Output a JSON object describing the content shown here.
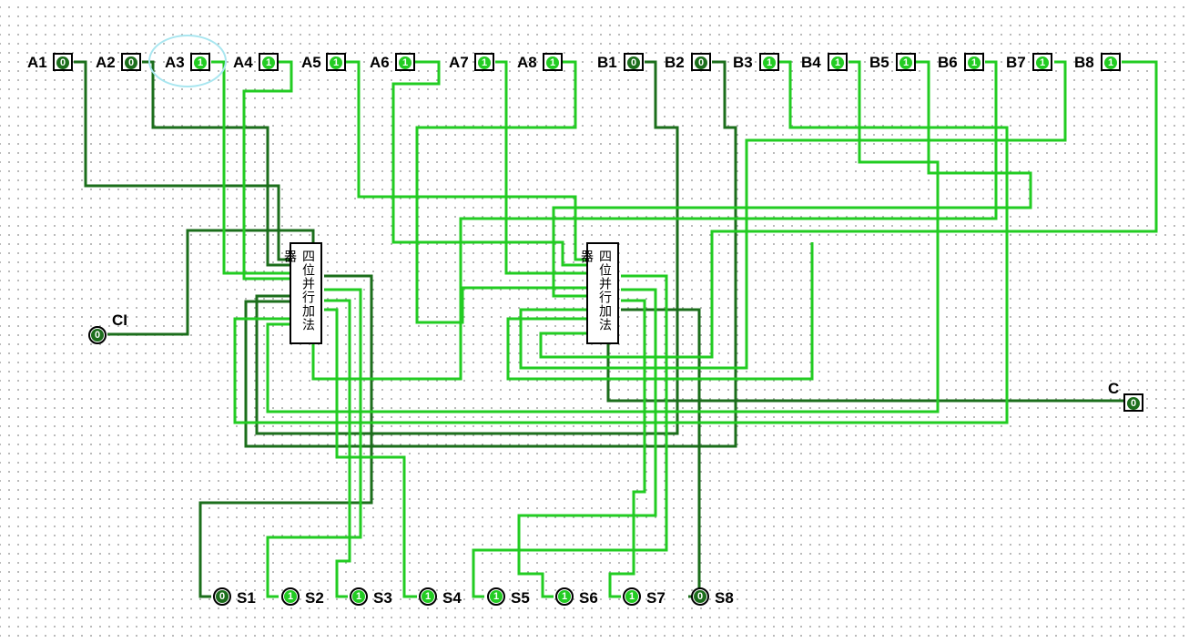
{
  "colors": {
    "wire_on": "#22cc22",
    "wire_off": "#1b6e1b",
    "pin_border": "#000000"
  },
  "inputs_a": [
    {
      "label": "A1",
      "value": "0"
    },
    {
      "label": "A2",
      "value": "0"
    },
    {
      "label": "A3",
      "value": "1"
    },
    {
      "label": "A4",
      "value": "1"
    },
    {
      "label": "A5",
      "value": "1"
    },
    {
      "label": "A6",
      "value": "1"
    },
    {
      "label": "A7",
      "value": "1"
    },
    {
      "label": "A8",
      "value": "1"
    }
  ],
  "inputs_b": [
    {
      "label": "B1",
      "value": "0"
    },
    {
      "label": "B2",
      "value": "0"
    },
    {
      "label": "B3",
      "value": "1"
    },
    {
      "label": "B4",
      "value": "1"
    },
    {
      "label": "B5",
      "value": "1"
    },
    {
      "label": "B6",
      "value": "1"
    },
    {
      "label": "B7",
      "value": "1"
    },
    {
      "label": "B8",
      "value": "1"
    }
  ],
  "carry_in": {
    "label": "CI",
    "value": "0"
  },
  "carry_out": {
    "label": "C",
    "value": "0"
  },
  "chips": [
    {
      "name": "四位并行加法器"
    },
    {
      "name": "四位并行加法器"
    }
  ],
  "outputs": [
    {
      "label": "S1",
      "value": "0"
    },
    {
      "label": "S2",
      "value": "1"
    },
    {
      "label": "S3",
      "value": "1"
    },
    {
      "label": "S4",
      "value": "1"
    },
    {
      "label": "S5",
      "value": "1"
    },
    {
      "label": "S6",
      "value": "1"
    },
    {
      "label": "S7",
      "value": "1"
    },
    {
      "label": "S8",
      "value": "0"
    }
  ]
}
